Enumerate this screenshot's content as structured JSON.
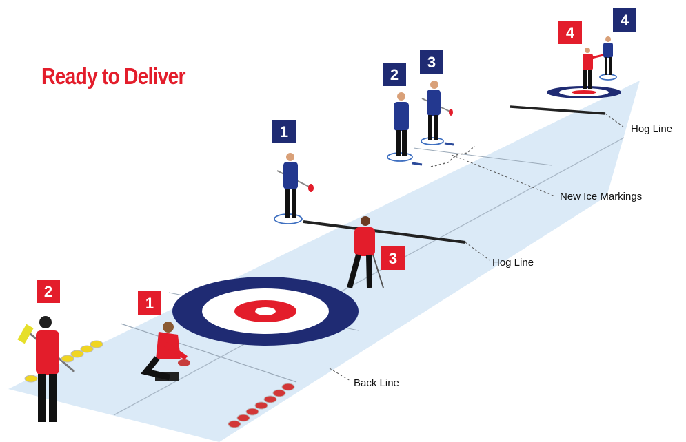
{
  "title": "Ready to Deliver",
  "labels": {
    "hog_line_far": "Hog Line",
    "new_ice_markings": "New Ice Markings",
    "hog_line_near": "Hog Line",
    "back_line": "Back Line"
  },
  "badges": {
    "red_far": "4",
    "blue_far": "4",
    "blue_2": "2",
    "blue_3": "3",
    "blue_1": "1",
    "red_3": "3",
    "red_1": "1",
    "red_2": "2"
  },
  "colors": {
    "red": "#e31d2b",
    "blue": "#1f2b73",
    "ice": "#dbeaf7",
    "figure_blue": "#23388f"
  }
}
